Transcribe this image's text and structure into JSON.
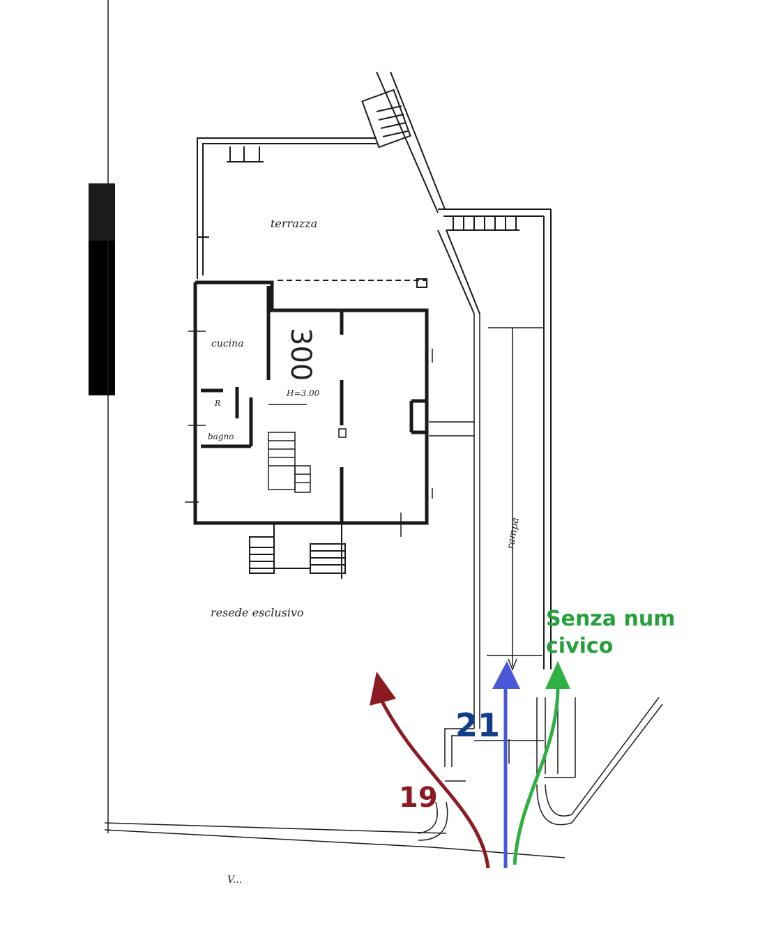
{
  "labels": {
    "terrace": "terrazza",
    "kitchen": "cucina",
    "bathroom": "bagno",
    "small_room": "R",
    "room_number": "300",
    "height": "H=3.00",
    "ramp": "rampa",
    "yard": "resede esclusivo",
    "bottom_text": "V..."
  },
  "entrances": [
    {
      "number": "19",
      "color": "#8b1a22"
    },
    {
      "number": "21",
      "color": "#123c8c"
    },
    {
      "number": "Senza num",
      "number_line2": "civico",
      "color": "#24a03a"
    }
  ],
  "arrow_colors": {
    "red": "#8b1a22",
    "blue": "#4a57d6",
    "green": "#2fb043"
  }
}
